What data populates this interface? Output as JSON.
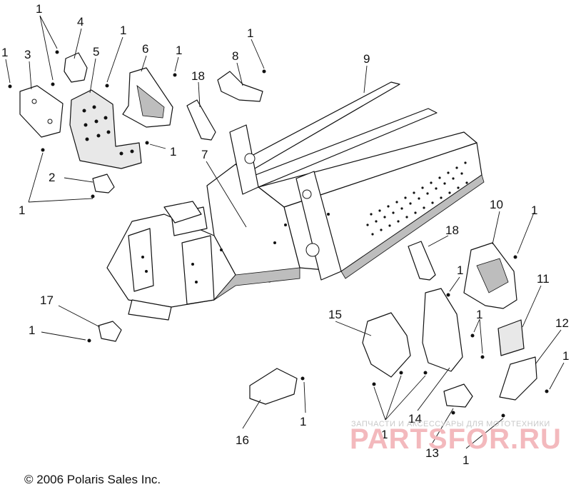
{
  "callouts": [
    {
      "id": "c1",
      "label": "1"
    },
    {
      "id": "c2",
      "label": "1"
    },
    {
      "id": "c3",
      "label": "3"
    },
    {
      "id": "c4",
      "label": "4"
    },
    {
      "id": "c5",
      "label": "5"
    },
    {
      "id": "c6",
      "label": "1"
    },
    {
      "id": "c7",
      "label": "6"
    },
    {
      "id": "c8",
      "label": "1"
    },
    {
      "id": "c9",
      "label": "1"
    },
    {
      "id": "c10",
      "label": "8"
    },
    {
      "id": "c11",
      "label": "9"
    },
    {
      "id": "c12",
      "label": "18"
    },
    {
      "id": "c13",
      "label": "1"
    },
    {
      "id": "c14",
      "label": "7"
    },
    {
      "id": "c15",
      "label": "2"
    },
    {
      "id": "c16",
      "label": "1"
    },
    {
      "id": "c17",
      "label": "10"
    },
    {
      "id": "c18",
      "label": "1"
    },
    {
      "id": "c19",
      "label": "18"
    },
    {
      "id": "c20",
      "label": "1"
    },
    {
      "id": "c21",
      "label": "11"
    },
    {
      "id": "c22",
      "label": "17"
    },
    {
      "id": "c23",
      "label": "1"
    },
    {
      "id": "c24",
      "label": "15"
    },
    {
      "id": "c25",
      "label": "1"
    },
    {
      "id": "c26",
      "label": "12"
    },
    {
      "id": "c27",
      "label": "1"
    },
    {
      "id": "c28",
      "label": "16"
    },
    {
      "id": "c29",
      "label": "1"
    },
    {
      "id": "c30",
      "label": "14"
    },
    {
      "id": "c31",
      "label": "1"
    },
    {
      "id": "c32",
      "label": "13"
    },
    {
      "id": "c33",
      "label": "1"
    }
  ],
  "copyright": "© 2006 Polaris Sales Inc.",
  "watermark": {
    "tagline": "ЗАПЧАСТИ И АКСЕССУАРЫ ДЛЯ МОТОТЕХНИКИ",
    "brand": "PARTSFOR.RU",
    "color": "#f3b9bd"
  }
}
